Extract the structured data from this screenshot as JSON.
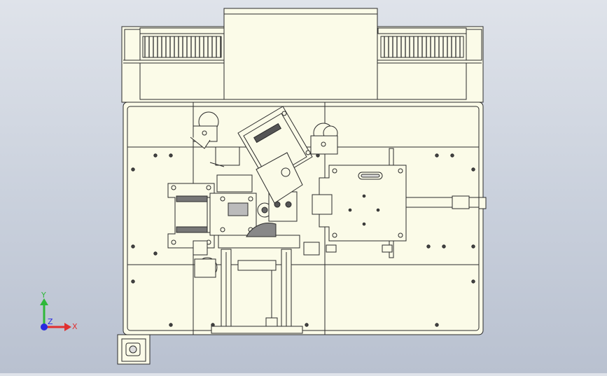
{
  "viewport": {
    "background_top": "#dfe3ea",
    "background_bottom": "#b9c1d0",
    "part_fill": "#fbfbe8",
    "line_color": "#2b2b2b"
  },
  "triad": {
    "x_label": "X",
    "y_label": "Y",
    "z_label": "Z",
    "x_color": "#e03030",
    "y_color": "#2fb83a",
    "z_color": "#2a2ae0"
  }
}
